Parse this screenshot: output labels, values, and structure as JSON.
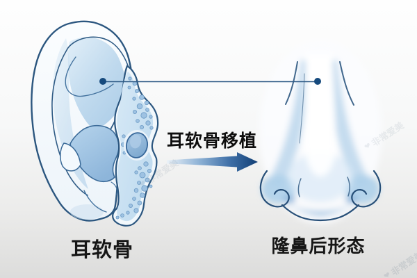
{
  "labels": {
    "source": "耳软骨",
    "transfer": "耳软骨移植",
    "result": "隆鼻后形态"
  },
  "watermark": {
    "text": "非常爱美",
    "logo_glyph": "❤"
  },
  "colors": {
    "outline_navy": "#2b567f",
    "mid_blue": "#a7c8e5",
    "light_blue": "#cfe3f2",
    "dot_navy": "#164a7d",
    "arrow_dark_blue": "#123f75",
    "background_bottom_gray": "#dcdcdb",
    "label_text": "#161616"
  }
}
